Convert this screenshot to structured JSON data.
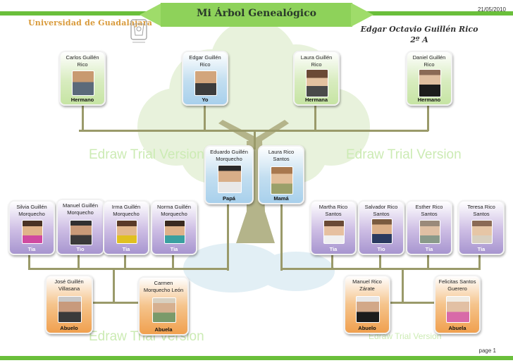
{
  "header": {
    "title": "Mi Árbol Genealógico",
    "university": "Universidad de Guadalajara",
    "author": "Edgar Octavio Guillén Rico",
    "group": "2º A",
    "date": "21/05/2010"
  },
  "footer": {
    "page": "page 1"
  },
  "watermark": "Edraw Trial Version",
  "colors": {
    "accent_green": "#6abf3b",
    "card_green": "#c6e4a3",
    "card_blue": "#a8d0ec",
    "card_purple": "#a795cf",
    "card_orange": "#f0a04f"
  },
  "siblings": [
    {
      "name": "Carlos Guillén Rico",
      "role": "Hermano"
    },
    {
      "name": "Edgar Guillén Rico",
      "role": "Yo"
    },
    {
      "name": "Laura Guillén Rico",
      "role": "Hermana"
    },
    {
      "name": "Daniel Guillén Rico",
      "role": "Hermano"
    }
  ],
  "parents": [
    {
      "name": "Eduardo Guillén Morquecho",
      "role": "Papá"
    },
    {
      "name": "Laura Rico Santos",
      "role": "Mamá"
    }
  ],
  "paternal_relatives": [
    {
      "name": "Silvia Guillén Morquecho",
      "role": "Tia"
    },
    {
      "name": "Manuel Guillén Morquecho",
      "role": "Tio"
    },
    {
      "name": "Irma Guillén Morquecho",
      "role": "Tia"
    },
    {
      "name": "Norma Guillén Morquecho",
      "role": "Tia"
    }
  ],
  "maternal_relatives": [
    {
      "name": "Martha Rico Santos",
      "role": "Tia"
    },
    {
      "name": "Salvador Rico Santos",
      "role": "Tio"
    },
    {
      "name": "Esther Rico Santos",
      "role": "Tia"
    },
    {
      "name": "Teresa Rico Santos",
      "role": "Tia"
    }
  ],
  "grandparents": [
    {
      "name": "José Guillén Villasana",
      "role": "Abuelo"
    },
    {
      "name": "Carmen Morquecho León",
      "role": "Abuela"
    },
    {
      "name": "Manuel Rico Zárate",
      "role": "Abuelo"
    },
    {
      "name": "Felicitas Santos Guerero",
      "role": "Abuela"
    }
  ]
}
